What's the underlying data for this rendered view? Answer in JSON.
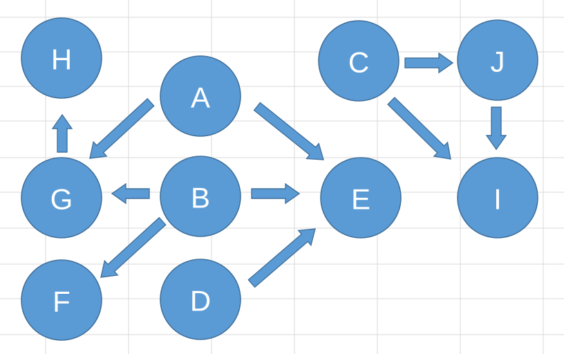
{
  "nodes": [
    {
      "id": "H",
      "label": "H"
    },
    {
      "id": "A",
      "label": "A"
    },
    {
      "id": "C",
      "label": "C"
    },
    {
      "id": "J",
      "label": "J"
    },
    {
      "id": "G",
      "label": "G"
    },
    {
      "id": "B",
      "label": "B"
    },
    {
      "id": "E",
      "label": "E"
    },
    {
      "id": "I",
      "label": "I"
    },
    {
      "id": "F",
      "label": "F"
    },
    {
      "id": "D",
      "label": "D"
    }
  ],
  "edges": [
    {
      "from": "A",
      "to": "G"
    },
    {
      "from": "A",
      "to": "E"
    },
    {
      "from": "G",
      "to": "H"
    },
    {
      "from": "B",
      "to": "G"
    },
    {
      "from": "B",
      "to": "E"
    },
    {
      "from": "B",
      "to": "F"
    },
    {
      "from": "D",
      "to": "E"
    },
    {
      "from": "C",
      "to": "J"
    },
    {
      "from": "C",
      "to": "I"
    },
    {
      "from": "J",
      "to": "I"
    }
  ],
  "colors": {
    "node_fill": "#5b9bd5",
    "node_outline": "#41719c",
    "label": "#ffffff",
    "arrow_fill": "#5b9bd5",
    "arrow_outline": "#41719c",
    "gridline": "#dadada"
  }
}
